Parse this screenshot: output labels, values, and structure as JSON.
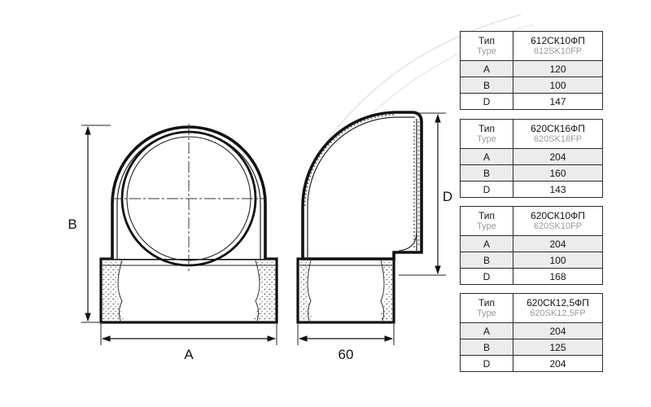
{
  "drawing": {
    "dim_a": "A",
    "dim_b": "B",
    "dim_d": "D",
    "dim_60": "60"
  },
  "tables": [
    {
      "type_ru": "Тип",
      "type_en": "Type",
      "model_ru": "612СК10ФП",
      "model_en": "612SK10FP",
      "rows": [
        {
          "label": "A",
          "value": "120"
        },
        {
          "label": "B",
          "value": "100"
        },
        {
          "label": "D",
          "value": "147"
        }
      ]
    },
    {
      "type_ru": "Тип",
      "type_en": "Type",
      "model_ru": "620СК16ФП",
      "model_en": "620SK16FP",
      "rows": [
        {
          "label": "A",
          "value": "204"
        },
        {
          "label": "B",
          "value": "160"
        },
        {
          "label": "D",
          "value": "143"
        }
      ]
    },
    {
      "type_ru": "Тип",
      "type_en": "Type",
      "model_ru": "620СК10ФП",
      "model_en": "620SK10FP",
      "rows": [
        {
          "label": "A",
          "value": "204"
        },
        {
          "label": "B",
          "value": "100"
        },
        {
          "label": "D",
          "value": "168"
        }
      ]
    },
    {
      "type_ru": "Тип",
      "type_en": "Type",
      "model_ru": "620СК12,5ФП",
      "model_en": "620SK12,5FP",
      "rows": [
        {
          "label": "A",
          "value": "204"
        },
        {
          "label": "B",
          "value": "125"
        },
        {
          "label": "D",
          "value": "204"
        }
      ]
    }
  ]
}
